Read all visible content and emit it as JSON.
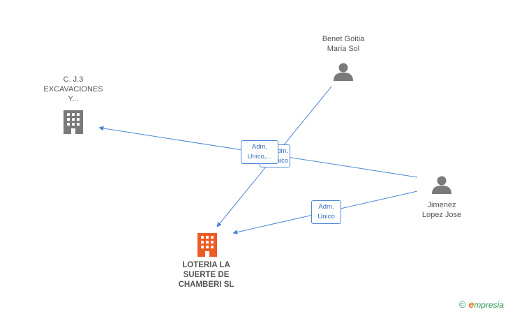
{
  "colors": {
    "edge": "#4a86d6",
    "person": "#7a7a7a",
    "company": "#7a7a7a",
    "main_company": "#f05a23"
  },
  "nodes": {
    "cj3": {
      "label": "C. J.3\nEXCAVACIONES\nY...",
      "icon": "building-icon"
    },
    "benet": {
      "label": "Benet Goitia\nMaria Sol",
      "icon": "person-icon"
    },
    "jimenez": {
      "label": "Jimenez\nLopez Jose",
      "icon": "person-icon"
    },
    "loteria": {
      "label": "LOTERIA LA\nSUERTE DE\nCHAMBERI SL",
      "icon": "building-icon"
    }
  },
  "edges": [
    {
      "from": "jimenez",
      "to": "cj3",
      "label": "Adm.\nUnico,..."
    },
    {
      "from": "benet",
      "to": "loteria",
      "label": "Adm.\nUnico"
    },
    {
      "from": "jimenez",
      "to": "loteria",
      "label": "Adm.\nUnico"
    }
  ],
  "footer": {
    "copyright": "©",
    "brand_initial": "e",
    "brand_rest": "mpresia"
  }
}
